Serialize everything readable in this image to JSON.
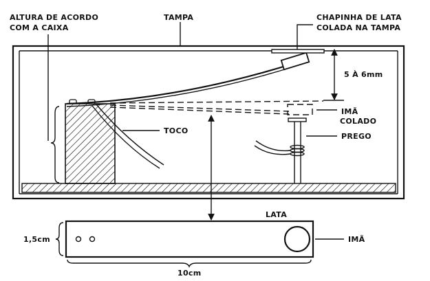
{
  "labels": {
    "altura_line1": "ALTURA DE ACORDO",
    "altura_line2": "COM A CAIXA",
    "tampa": "TAMPA",
    "chapinha_line1": "CHAPINHA DE LATA",
    "chapinha_line2": "COLADA NA TAMPA",
    "gap": "5 À 6mm",
    "ima_colado_line1": "IMÃ",
    "ima_colado_line2": "COLADO",
    "toco": "TOCO",
    "prego": "PREGO",
    "lata": "LATA",
    "ima": "IMÃ",
    "width_dim": "1,5cm",
    "length_dim": "10cm"
  }
}
